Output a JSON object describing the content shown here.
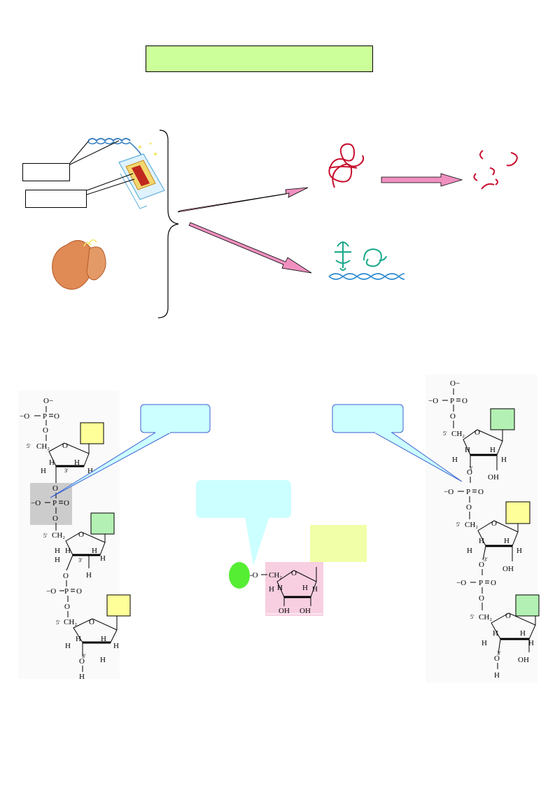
{
  "title_box": {
    "text": "",
    "fill": "#ccff99"
  },
  "top_diagram": {
    "label_boxes": [
      {
        "text": ""
      },
      {
        "text": ""
      }
    ],
    "arrow_color": "#f090c0",
    "rna_color": "#c8102e",
    "trna_color": "#19a88a"
  },
  "callouts": {
    "left": {
      "text": ""
    },
    "right": {
      "text": ""
    },
    "center": {
      "text": ""
    },
    "yellow": {
      "text": ""
    },
    "fill": "#ccffff",
    "yellow_fill": "#ffff99"
  },
  "chem": {
    "atoms": {
      "O": "O",
      "P": "P",
      "H": "H",
      "OH": "OH",
      "Ominus": "−O",
      "Osup": "O−",
      "CH2": "CH₂",
      "c5": "5′",
      "c3": "3′",
      "dashO": "-O"
    },
    "base_colors": {
      "yellow": "#ffff99",
      "green": "#b3f0b3"
    }
  }
}
